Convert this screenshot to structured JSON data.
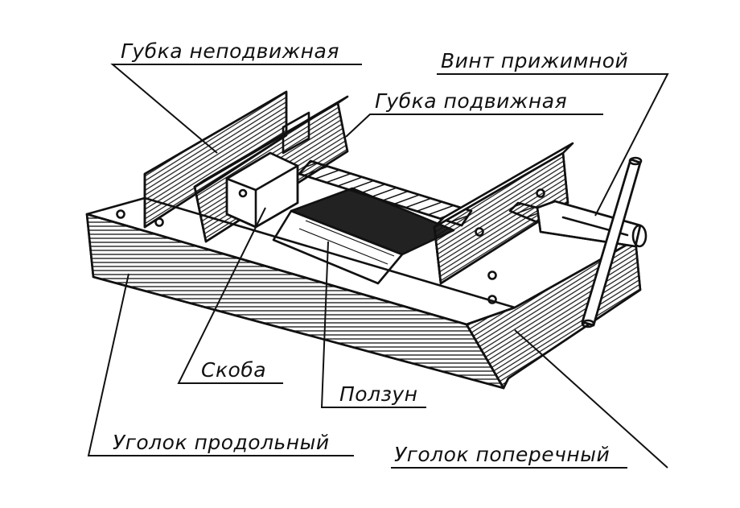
{
  "labels": {
    "fixed_jaw": "Губка неподвижная",
    "clamp_screw": "Винт прижимной",
    "movable_jaw": "Губка подвижная",
    "bracket": "Скоба",
    "slider": "Ползун",
    "longitudinal_angle": "Уголок продольный",
    "transverse_angle": "Уголок поперечный"
  },
  "colors": {
    "ink": "#111111",
    "paper": "#ffffff"
  }
}
